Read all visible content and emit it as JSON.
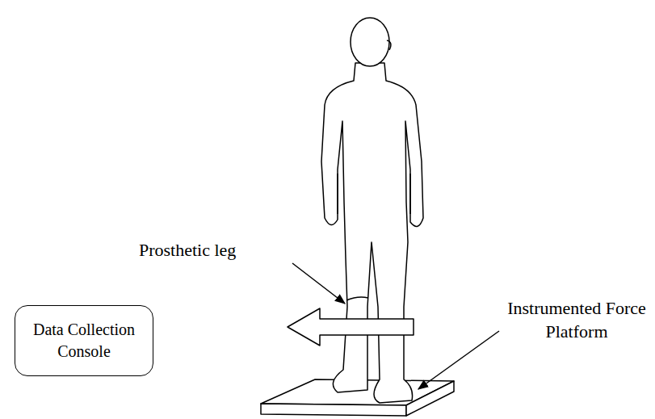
{
  "diagram": {
    "nodes": [
      {
        "text": [
          "Data Collection Console"
        ]
      }
    ],
    "labels": [
      "Prosthetic leg",
      "Instrumented Force Platform"
    ]
  }
}
